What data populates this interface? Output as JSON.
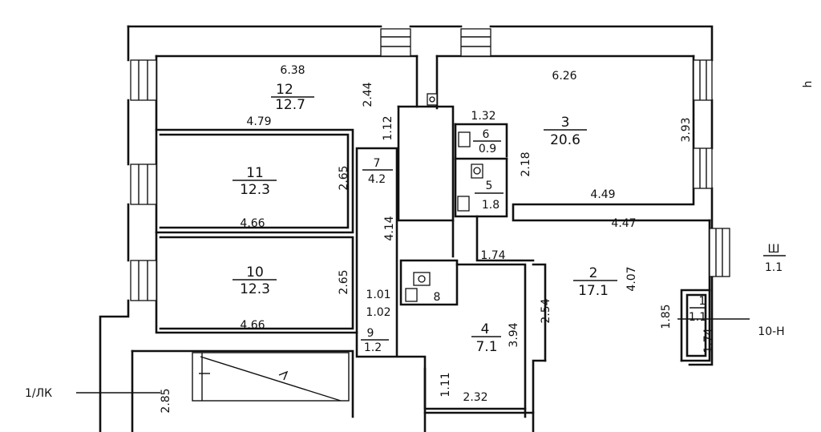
{
  "rooms": [
    {
      "id": "12",
      "area": "12.7"
    },
    {
      "id": "11",
      "area": "12.3"
    },
    {
      "id": "10",
      "area": "12.3"
    },
    {
      "id": "7",
      "area": "4.2"
    },
    {
      "id": "3",
      "area": "20.6"
    },
    {
      "id": "6",
      "area": "0.9"
    },
    {
      "id": "5",
      "area": "1.8"
    },
    {
      "id": "2",
      "area": "17.1"
    },
    {
      "id": "4",
      "area": "7.1"
    },
    {
      "id": "8",
      "area": "1.1"
    },
    {
      "id": "9",
      "area": "1.2"
    },
    {
      "id": "1",
      "area": "1.1"
    },
    {
      "id": "8",
      "area": "Ш"
    }
  ],
  "dimensions": [
    "6.38",
    "2.44",
    "4.79",
    "1.12",
    "2.65",
    "4.66",
    "4.14",
    "2.65",
    "1.01",
    "1.02",
    "4.66",
    "6.26",
    "1.32",
    "3.93",
    "2.18",
    "4.49",
    "4.47",
    "1.74",
    "4.07",
    "2.54",
    "3.94",
    "1.85",
    "1.74",
    "1.11",
    "2.32",
    "2.85"
  ],
  "markers": {
    "left_label": "1/ЛК",
    "right_label": "10-Н",
    "corner_label": "h"
  }
}
